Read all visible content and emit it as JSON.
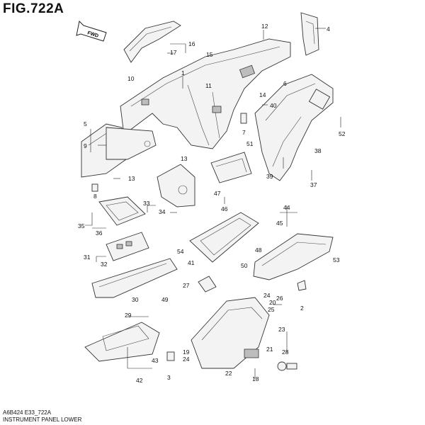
{
  "figure": {
    "title": "FIG.722A",
    "code": "A6B424 E33_722A",
    "name": "INSTRUMENT PANEL LOWER",
    "fwd_label": "FWD"
  },
  "callouts": [
    {
      "id": "c1",
      "text": "1"
    },
    {
      "id": "c2",
      "text": "2"
    },
    {
      "id": "c3",
      "text": "3"
    },
    {
      "id": "c4",
      "text": "4"
    },
    {
      "id": "c5",
      "text": "5"
    },
    {
      "id": "c6",
      "text": "6"
    },
    {
      "id": "c7",
      "text": "7"
    },
    {
      "id": "c8",
      "text": "8"
    },
    {
      "id": "c9",
      "text": "9"
    },
    {
      "id": "c10",
      "text": "10"
    },
    {
      "id": "c11",
      "text": "11"
    },
    {
      "id": "c12",
      "text": "12"
    },
    {
      "id": "c13a",
      "text": "13"
    },
    {
      "id": "c13b",
      "text": "13"
    },
    {
      "id": "c14",
      "text": "14"
    },
    {
      "id": "c15",
      "text": "15"
    },
    {
      "id": "c16",
      "text": "16"
    },
    {
      "id": "c17",
      "text": "17"
    },
    {
      "id": "c18",
      "text": "18"
    },
    {
      "id": "c19",
      "text": "19"
    },
    {
      "id": "c20",
      "text": "20"
    },
    {
      "id": "c21",
      "text": "21"
    },
    {
      "id": "c22",
      "text": "22"
    },
    {
      "id": "c23",
      "text": "23"
    },
    {
      "id": "c24a",
      "text": "24"
    },
    {
      "id": "c24b",
      "text": "24"
    },
    {
      "id": "c25",
      "text": "25"
    },
    {
      "id": "c26",
      "text": "26"
    },
    {
      "id": "c27",
      "text": "27"
    },
    {
      "id": "c28",
      "text": "28"
    },
    {
      "id": "c29",
      "text": "29"
    },
    {
      "id": "c30",
      "text": "30"
    },
    {
      "id": "c31",
      "text": "31"
    },
    {
      "id": "c32",
      "text": "32"
    },
    {
      "id": "c33",
      "text": "33"
    },
    {
      "id": "c34",
      "text": "34"
    },
    {
      "id": "c35",
      "text": "35"
    },
    {
      "id": "c36",
      "text": "36"
    },
    {
      "id": "c37",
      "text": "37"
    },
    {
      "id": "c38",
      "text": "38"
    },
    {
      "id": "c39",
      "text": "39"
    },
    {
      "id": "c40",
      "text": "40"
    },
    {
      "id": "c41",
      "text": "41"
    },
    {
      "id": "c42",
      "text": "42"
    },
    {
      "id": "c43",
      "text": "43"
    },
    {
      "id": "c44",
      "text": "44"
    },
    {
      "id": "c45",
      "text": "45"
    },
    {
      "id": "c46",
      "text": "46"
    },
    {
      "id": "c47",
      "text": "47"
    },
    {
      "id": "c48",
      "text": "48"
    },
    {
      "id": "c49",
      "text": "49"
    },
    {
      "id": "c50",
      "text": "50"
    },
    {
      "id": "c51",
      "text": "51"
    },
    {
      "id": "c52",
      "text": "52"
    },
    {
      "id": "c53",
      "text": "53"
    },
    {
      "id": "c54",
      "text": "54"
    }
  ],
  "colors": {
    "line": "#222222",
    "part_fill": "#f3f3f3",
    "part_dark": "#bdbdbd"
  }
}
